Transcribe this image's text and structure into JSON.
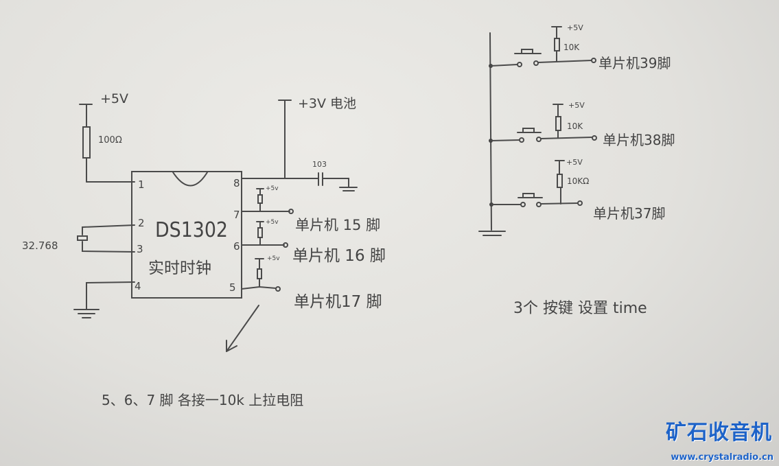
{
  "left_circuit": {
    "vcc_label": "+5V",
    "resistor_label": "100Ω",
    "battery_label": "+3V 电池",
    "capacitor_label": "103",
    "crystal_label": "32.768",
    "chip_name": "DS1302",
    "chip_desc": "实时时钟",
    "pins": [
      "1",
      "2",
      "3",
      "4",
      "5",
      "6",
      "7",
      "8"
    ],
    "pullup_label": "+5v",
    "outputs": [
      "单片机 15 脚",
      "单片机 16 脚",
      "单片机17 脚"
    ],
    "note": "5、6、7 脚 各接一10k 上拉电阻"
  },
  "right_circuit": {
    "vcc_label": "+5V",
    "buttons": [
      {
        "resistor": "10K",
        "output": "单片机39脚"
      },
      {
        "resistor": "10K",
        "output": "单片机38脚"
      },
      {
        "resistor": "10KΩ",
        "output": "单片机37脚"
      }
    ],
    "caption": "3个 按键 设置 time"
  },
  "watermark": {
    "title": "矿石收音机",
    "url": "www.crystalradio.cn"
  }
}
